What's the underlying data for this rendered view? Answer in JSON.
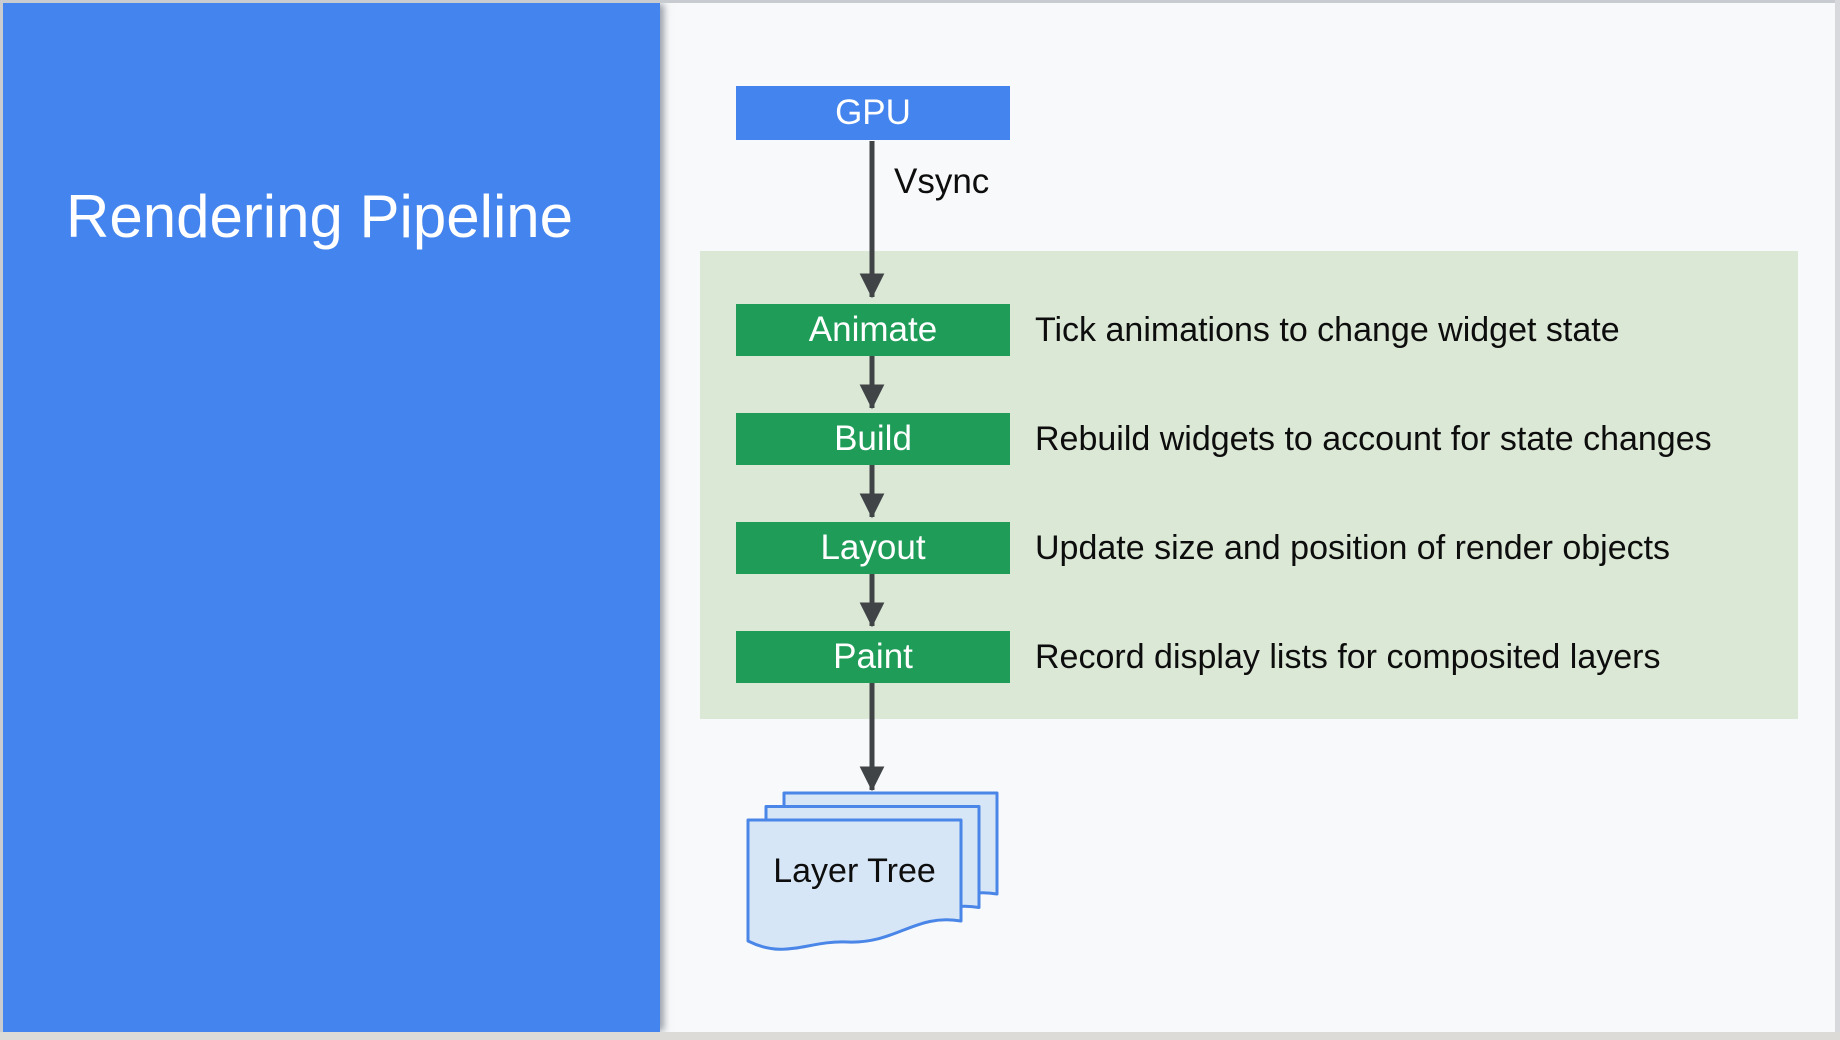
{
  "slide": {
    "title": "Rendering Pipeline"
  },
  "diagram": {
    "gpu_label": "GPU",
    "vsync_label": "Vsync",
    "stages": [
      {
        "label": "Animate",
        "description": "Tick animations to change widget state"
      },
      {
        "label": "Build",
        "description": "Rebuild widgets to account for state changes"
      },
      {
        "label": "Layout",
        "description": "Update size and position of render objects"
      },
      {
        "label": "Paint",
        "description": "Record display lists for composited layers"
      }
    ],
    "output_label": "Layer Tree"
  },
  "colors": {
    "panel_blue": "#4484ee",
    "stage_green": "#1f9d58",
    "stage_panel_green": "#dbe8d6",
    "document_fill": "#d7e6f6",
    "document_stroke": "#4a86e8",
    "arrow": "#404447",
    "canvas_bg": "#f8f9fa"
  }
}
